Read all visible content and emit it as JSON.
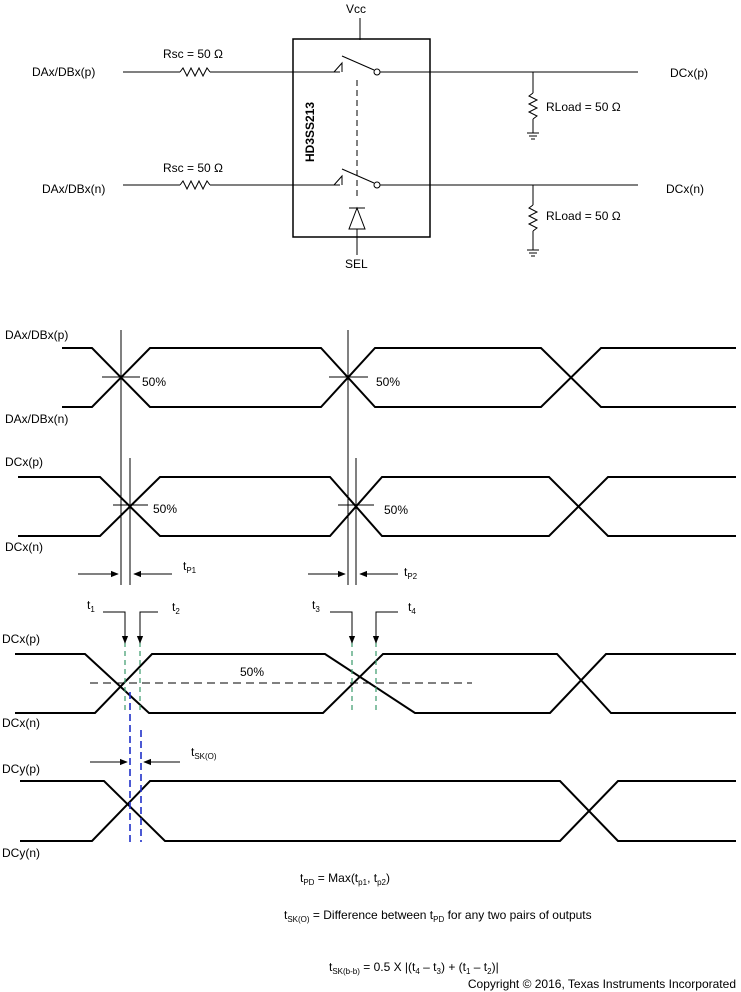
{
  "circuit": {
    "vcc": "Vcc",
    "sel": "SEL",
    "chip": "HD3SS213",
    "in_p": "DAx/DBx(p)",
    "in_n": "DAx/DBx(n)",
    "out_p": "DCx(p)",
    "out_n": "DCx(n)",
    "rsc_p": "Rsc = 50 Ω",
    "rsc_n": "Rsc = 50 Ω",
    "rload_p": "RLoad = 50 Ω",
    "rload_n": "RLoad = 50 Ω"
  },
  "timing1": {
    "label_p": "DAx/DBx(p)",
    "label_n": "DAx/DBx(n)",
    "pct_a": "50%",
    "pct_b": "50%"
  },
  "timing2": {
    "label_p": "DCx(p)",
    "label_n": "DCx(n)",
    "pct_a": "50%",
    "pct_b": "50%",
    "tp1": "t",
    "tp1_sub": "P1",
    "tp2": "t",
    "tp2_sub": "P2"
  },
  "timing3": {
    "label_p": "DCx(p)",
    "label_n": "DCx(n)",
    "pct": "50%",
    "t1": "t",
    "t1_sub": "1",
    "t2": "t",
    "t2_sub": "2",
    "t3": "t",
    "t3_sub": "3",
    "t4": "t",
    "t4_sub": "4"
  },
  "timing4": {
    "label_p": "DCy(p)",
    "label_n": "DCy(n)",
    "tsk": "t",
    "tsk_sub": "SK(O)"
  },
  "equations": {
    "tpd_a": "t",
    "tpd_a_sub": "PD",
    "tpd_b": " = Max(t",
    "tpd_b_sub": "p1",
    "tpd_c": ", t",
    "tpd_c_sub": "p2",
    "tpd_d": ")",
    "tsko_a": "t",
    "tsko_a_sub": "SK(O)",
    "tsko_b": " = Difference between t",
    "tsko_b_sub": "PD",
    "tsko_c": " for any two pairs of outputs",
    "tskbb_a": "t",
    "tskbb_a_sub": "SK(b-b)",
    "tskbb_b": " = 0.5 X |(t",
    "tskbb_b_sub": "4",
    "tskbb_c": " – t",
    "tskbb_c_sub": "3",
    "tskbb_d": ") + (t",
    "tskbb_d_sub": "1",
    "tskbb_e": " – t",
    "tskbb_e_sub": "2",
    "tskbb_f": ")|"
  },
  "copyright": "Copyright © 2016, Texas Instruments Incorporated"
}
